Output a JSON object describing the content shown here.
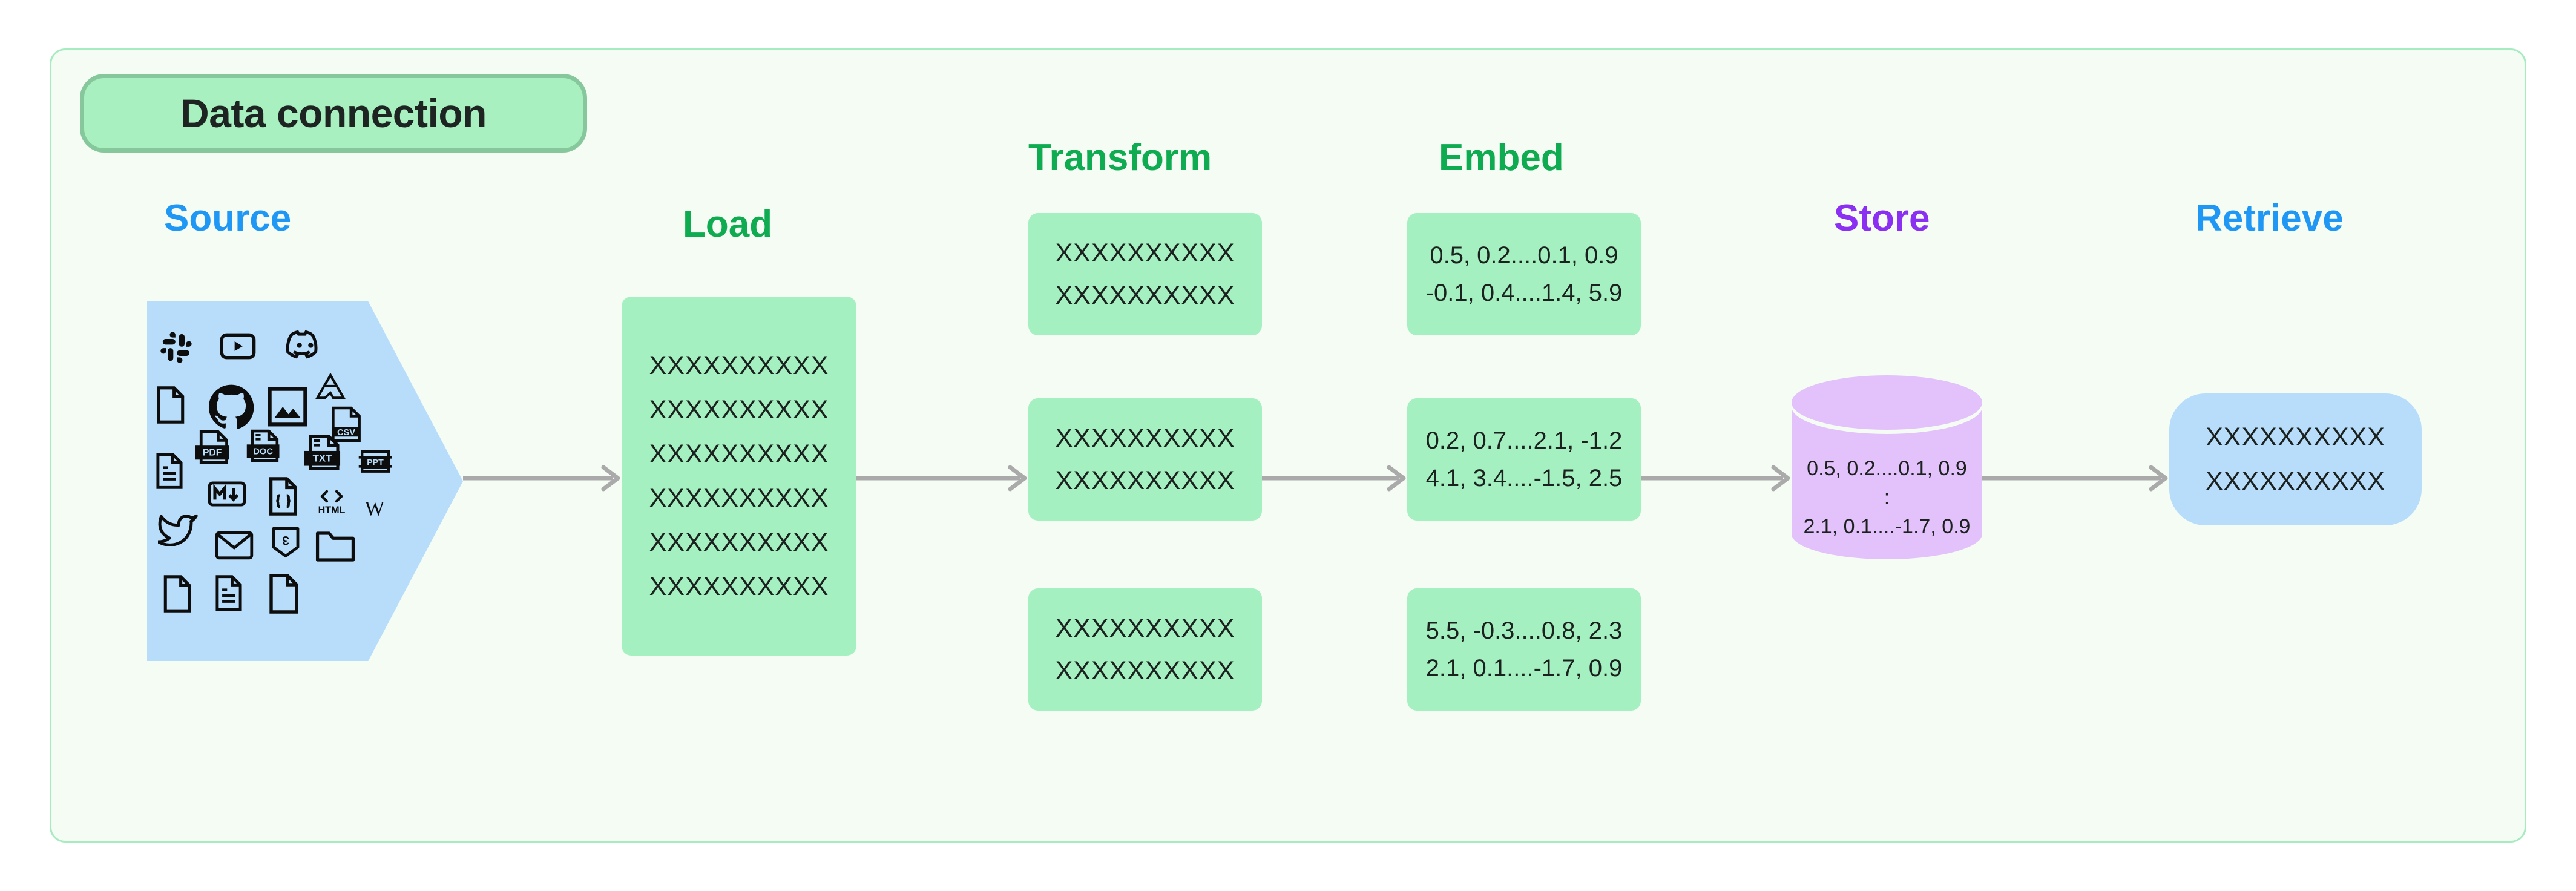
{
  "title": {
    "label": "Data connection"
  },
  "headings": {
    "source": "Source",
    "load": "Load",
    "transform": "Transform",
    "embed": "Embed",
    "store": "Store",
    "retrieve": "Retrieve"
  },
  "colors": {
    "panel_bg": "#f4fcf4",
    "panel_border": "#a7ebc0",
    "title_fill": "#a8f0c0",
    "title_border": "#86c79c",
    "blue_fill": "#b8ddfb",
    "green_card": "#a5f0c0",
    "purple_fill": "#e3c1fb",
    "blue_text": "#1f97f5",
    "green_text": "#0eab51",
    "purple_text": "#8b2ff2",
    "arrow": "#aaaaaa"
  },
  "source": {
    "icons": [
      "slack-icon",
      "youtube-icon",
      "discord-icon",
      "file-blank-icon",
      "github-icon",
      "image-icon",
      "google-drive-icon",
      "csv-file-icon",
      "file-lines-icon",
      "pdf-file-icon",
      "doc-file-icon",
      "txt-file-icon",
      "ppt-file-icon",
      "markdown-icon",
      "code-file-icon",
      "html-icon",
      "wikipedia-icon",
      "twitter-icon",
      "email-icon",
      "css3-icon",
      "folder-icon",
      "file-blank-2-icon",
      "file-lines-2-icon",
      "file-blank-3-icon"
    ]
  },
  "load": {
    "lines": [
      "XXXXXXXXXX",
      "XXXXXXXXXX",
      "XXXXXXXXXX",
      "XXXXXXXXXX",
      "XXXXXXXXXX",
      "XXXXXXXXXX"
    ]
  },
  "transform": {
    "chunks": [
      {
        "lines": [
          "XXXXXXXXXX",
          "XXXXXXXXXX"
        ]
      },
      {
        "lines": [
          "XXXXXXXXXX",
          "XXXXXXXXXX"
        ]
      },
      {
        "lines": [
          "XXXXXXXXXX",
          "XXXXXXXXXX"
        ]
      }
    ]
  },
  "embed": {
    "vectors": [
      {
        "lines": [
          "0.5, 0.2....0.1, 0.9",
          "-0.1, 0.4....1.4, 5.9"
        ]
      },
      {
        "lines": [
          "0.2, 0.7....2.1, -1.2",
          "4.1, 3.4....-1.5, 2.5"
        ]
      },
      {
        "lines": [
          "5.5, -0.3....0.8, 2.3",
          "2.1, 0.1....-1.7, 0.9"
        ]
      }
    ]
  },
  "store": {
    "lines": [
      "0.5, 0.2....0.1, 0.9",
      ":",
      "2.1, 0.1....-1.7, 0.9"
    ]
  },
  "retrieve": {
    "lines": [
      "XXXXXXXXXX",
      "XXXXXXXXXX"
    ]
  },
  "arrows": {
    "source_to_load": "arrow-right-icon",
    "load_to_transform": "arrow-right-icon",
    "transform_to_embed": "arrow-right-icon",
    "embed_to_store": "arrow-right-icon",
    "store_to_retrieve": "arrow-right-icon"
  }
}
